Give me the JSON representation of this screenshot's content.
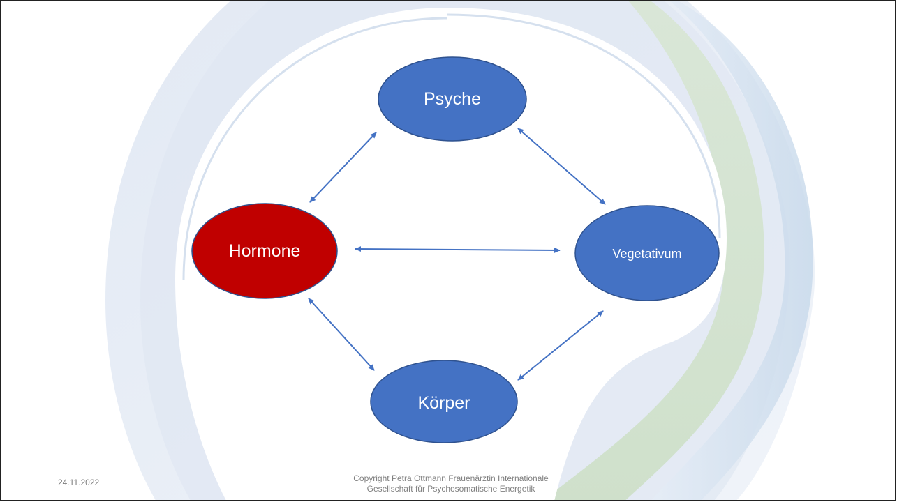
{
  "colors": {
    "node_blue": "#4472c4",
    "node_red": "#c00000",
    "arrow": "#4472c4",
    "footer_text": "#7f7f7f"
  },
  "nodes": {
    "psyche": "Psyche",
    "hormone": "Hormone",
    "vegetativum": "Vegetativum",
    "koerper": "Körper"
  },
  "footer": {
    "date": "24.11.2022",
    "copyright_line1": "Copyright Petra Ottmann Frauenärztin Internationale",
    "copyright_line2": "Gesellschaft für Psychosomatische Energetik"
  }
}
